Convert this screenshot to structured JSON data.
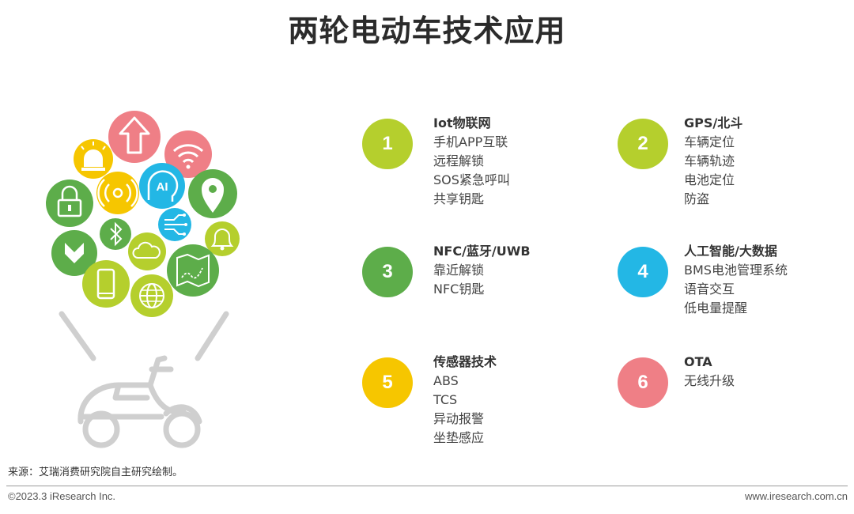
{
  "title": "两轮电动车技术应用",
  "colors": {
    "lime": "#b5cf2d",
    "green": "#5dad4a",
    "cyan": "#23b7e5",
    "yellow": "#f6c600",
    "pink": "#ef7f86",
    "gray": "#cfcfcf"
  },
  "icons": [
    "alarm-light-icon",
    "upload-arrow-icon",
    "wifi-icon",
    "lock-icon",
    "radio-signal-icon",
    "ai-head-icon",
    "location-pin-icon",
    "bluetooth-icon",
    "circuit-icon",
    "bell-icon",
    "nfc-icon",
    "cloud-icon",
    "map-icon",
    "phone-icon",
    "globe-icon",
    "scooter-icon"
  ],
  "items": [
    {
      "number": "1",
      "heading": "Iot物联网",
      "lines": [
        "手机APP互联",
        "远程解锁",
        "SOS紧急呼叫",
        "共享钥匙"
      ],
      "color": "lime"
    },
    {
      "number": "2",
      "heading": "GPS/北斗",
      "lines": [
        "车辆定位",
        "车辆轨迹",
        "电池定位",
        "防盗"
      ],
      "color": "lime"
    },
    {
      "number": "3",
      "heading": "NFC/蓝牙/UWB",
      "lines": [
        "靠近解锁",
        "NFC钥匙"
      ],
      "color": "green"
    },
    {
      "number": "4",
      "heading": "人工智能/大数据",
      "lines": [
        "BMS电池管理系统",
        "语音交互",
        "低电量提醒"
      ],
      "color": "cyan"
    },
    {
      "number": "5",
      "heading": "传感器技术",
      "lines": [
        "ABS",
        "TCS",
        "异动报警",
        "坐垫感应"
      ],
      "color": "yellow"
    },
    {
      "number": "6",
      "heading": "OTA",
      "lines": [
        "无线升级"
      ],
      "color": "pink"
    }
  ],
  "footer": {
    "source": "来源：艾瑞消费研究院自主研究绘制。",
    "copyright": "©2023.3 iResearch Inc.",
    "website": "www.iresearch.com.cn"
  }
}
